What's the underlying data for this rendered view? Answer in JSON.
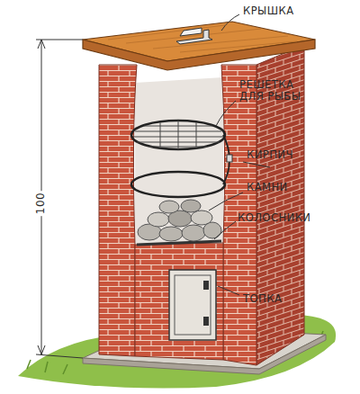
{
  "diagram": {
    "labels": [
      "100",
      "КРЫШКА",
      "РЕШЕТКА ДЛЯ РЫБЫ",
      "КИРПИЧ",
      "КАМНИ",
      "КОЛОСНИКИ",
      "ТОПКА"
    ]
  }
}
